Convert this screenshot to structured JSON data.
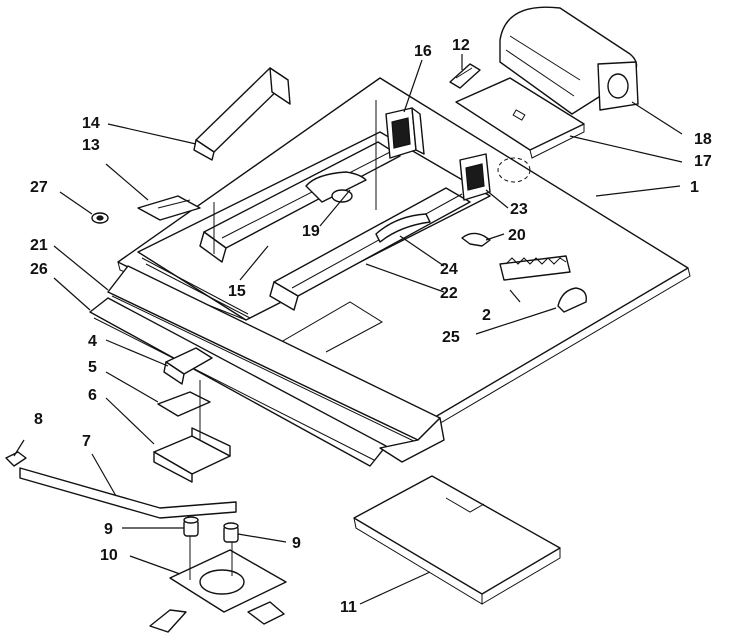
{
  "callouts": [
    {
      "id": "1",
      "label": "1"
    },
    {
      "id": "2",
      "label": "2"
    },
    {
      "id": "4",
      "label": "4"
    },
    {
      "id": "5",
      "label": "5"
    },
    {
      "id": "6",
      "label": "6"
    },
    {
      "id": "7",
      "label": "7"
    },
    {
      "id": "8",
      "label": "8"
    },
    {
      "id": "9a",
      "label": "9"
    },
    {
      "id": "9b",
      "label": "9"
    },
    {
      "id": "10",
      "label": "10"
    },
    {
      "id": "11",
      "label": "11"
    },
    {
      "id": "12",
      "label": "12"
    },
    {
      "id": "13",
      "label": "13"
    },
    {
      "id": "14",
      "label": "14"
    },
    {
      "id": "15",
      "label": "15"
    },
    {
      "id": "16",
      "label": "16"
    },
    {
      "id": "17",
      "label": "17"
    },
    {
      "id": "18",
      "label": "18"
    },
    {
      "id": "19",
      "label": "19"
    },
    {
      "id": "20",
      "label": "20"
    },
    {
      "id": "21",
      "label": "21"
    },
    {
      "id": "22",
      "label": "22"
    },
    {
      "id": "23",
      "label": "23"
    },
    {
      "id": "24",
      "label": "24"
    },
    {
      "id": "25",
      "label": "25"
    },
    {
      "id": "26",
      "label": "26"
    },
    {
      "id": "27",
      "label": "27"
    }
  ],
  "colors": {
    "ink": "#111111",
    "paper": "#ffffff"
  }
}
